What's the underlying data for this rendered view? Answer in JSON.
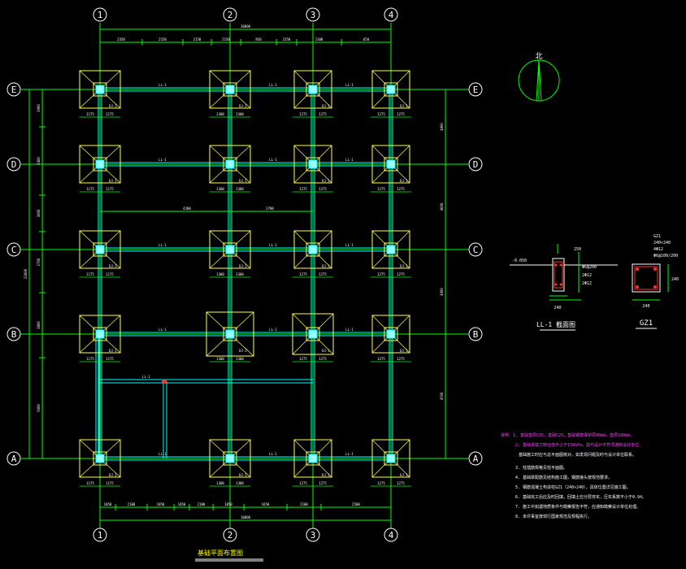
{
  "title": "基础平面布置图",
  "axes": {
    "cols": [
      "1",
      "2",
      "3",
      "4"
    ],
    "rows": [
      "E",
      "D",
      "C",
      "B",
      "A"
    ]
  },
  "dims": {
    "top_total": "10800",
    "top_segments": [
      "2350",
      "2150",
      "2150",
      "2150",
      "850",
      "2350",
      "2100",
      "650"
    ],
    "bottom_total": "10800",
    "bottom_segments": [
      "1050",
      "2100",
      "1050",
      "1050",
      "2100",
      "1050",
      "1650",
      "2100",
      "2500"
    ],
    "left_total": "23000",
    "left_segments": [
      "3900",
      "2400",
      "3000",
      "2700",
      "3800",
      "5000"
    ],
    "right_segments": [
      "4800",
      "4600",
      "4900",
      "4700"
    ],
    "mid_row": [
      "4200",
      "2700"
    ]
  },
  "footing_labels": [
    "DJ-1",
    "DJ-2",
    "DJ-3"
  ],
  "footing_dim": [
    "1175",
    "1175",
    "1300",
    "1300",
    "1275",
    "1275"
  ],
  "beam_label": "LL-1",
  "section_ll1": {
    "title": "LL-1 截面图",
    "elev": "-0.050",
    "bot": "240",
    "right": "250",
    "notes": [
      "2Φ12",
      "Φ6@200",
      "2Φ12"
    ]
  },
  "section_gz1": {
    "title": "GZ1",
    "notes": [
      "GZ1",
      "240×240",
      "4Φ12",
      "Φ6@100/200"
    ],
    "side": "240",
    "bot": "240"
  },
  "north": "北",
  "notes": [
    "说明：1. 基础垫层C15，基础C25，基础钢筋保护层40mm，垫层100mm。",
    "2. 基础承载力特征值不小于150kPa，如与设计不符须通知设计单位。",
    "基础施工时应与总平面图核对，如发现问题及时与设计单位联系。",
    "3. 柱插筋规格见柱平面图。",
    "4. 基础梁配筋见结构施工图，钢筋接头按规范要求。",
    "5. 钢筋混凝土构造柱GZ1（240×240），具体位置详见施工图。",
    "6. 基础完工后应及时回填，回填土应分层夯实，压实系数不小于0.94。",
    "7. 施工中如遇地质条件与勘察报告不符，应通知勘察设计单位处理。",
    "8. 未尽事宜按现行国家规范及规程执行。"
  ]
}
